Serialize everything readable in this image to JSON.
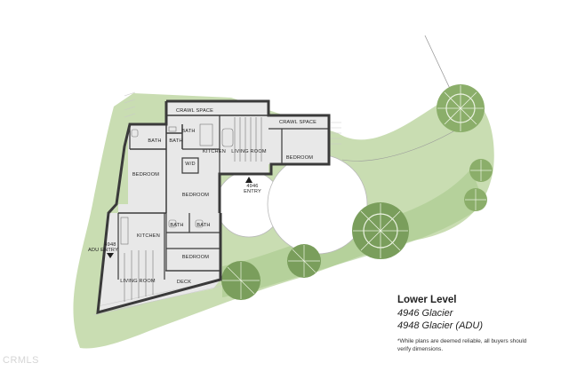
{
  "legend": {
    "level": "Lower Level",
    "address_main": "4946 Glacier",
    "address_adu": "4948 Glacier (ADU)",
    "disclaimer_line1": "*While plans are deemed reliable, all buyers should",
    "disclaimer_line2": "verify dimensions."
  },
  "rooms": {
    "crawl_space_1": "CRAWL SPACE",
    "crawl_space_2": "CRAWL SPACE",
    "bath_left": "BATH",
    "bath_center": "BATH",
    "bath_upper": "BATH",
    "kitchen_main": "KITCHEN",
    "living_room_main": "LIVING ROOM",
    "bedroom_right": "BEDROOM",
    "wd": "W/D",
    "bedroom_left": "BEDROOM",
    "bedroom_center": "BEDROOM",
    "kitchen_adu": "KITCHEN",
    "bath_lower_1": "BATH",
    "bath_lower_2": "BATH",
    "bedroom_lower": "BEDROOM",
    "living_room_adu": "LIVING ROOM",
    "deck": "DECK"
  },
  "entries": {
    "main_number": "4946",
    "main_label": "ENTRY",
    "adu_number": "4948",
    "adu_label": "ADU ENTRY"
  },
  "watermark": "CRMLS",
  "colors": {
    "wall": "#3c3c3c",
    "floor": "#e6e6e6",
    "lawn": "#b7d29a",
    "tree": "#7a9e5c",
    "patio": "#ffffff"
  }
}
